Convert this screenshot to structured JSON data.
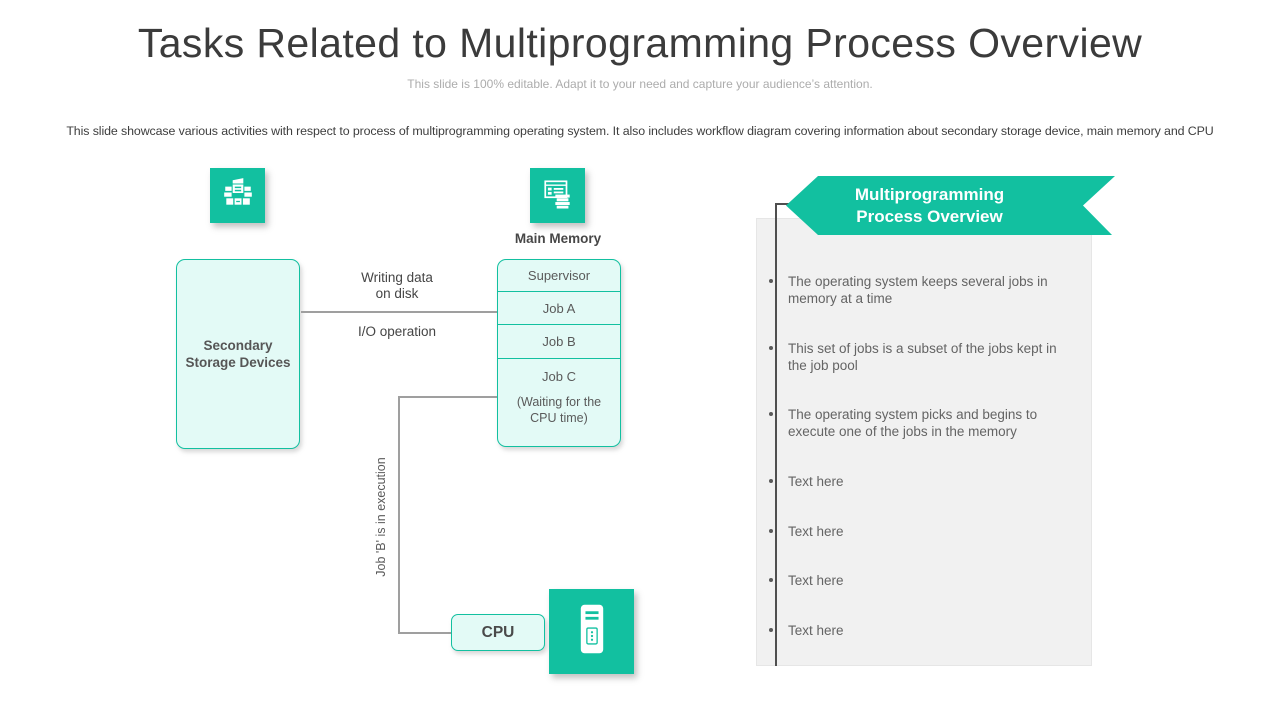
{
  "slide": {
    "title": "Tasks Related to Multiprogramming Process Overview",
    "subtitle": "This slide is 100% editable. Adapt it to your need and capture your audience’s attention.",
    "description": "This slide showcase various activities with respect to process of multiprogramming operating system. It also includes workflow diagram covering information about secondary storage device, main memory and CPU"
  },
  "colors": {
    "teal": "#12C0A0",
    "mint": "#E3FAF6",
    "panel_gray": "#F1F1F1",
    "text_gray": "#595959"
  },
  "diagram": {
    "storage": {
      "label": "Secondary Storage Devices",
      "icon": "server-cluster-icon"
    },
    "memory": {
      "heading": "Main Memory",
      "icon": "memory-window-icon",
      "sections": [
        "Supervisor",
        "Job A",
        "Job B",
        "Job C"
      ],
      "note": "(Waiting for the\nCPU time)"
    },
    "cpu": {
      "label": "CPU",
      "icon": "computer-tower-icon"
    },
    "edges": {
      "write_label": "Writing data\non disk",
      "io_label": "I/O operation",
      "exec_label": "Job 'B' is in execution"
    }
  },
  "panel": {
    "banner": "Multiprogramming\nProcess Overview",
    "items": [
      {
        "text": "The operating system keeps several jobs in memory at a time"
      },
      {
        "text": "This set of jobs is a subset of the jobs kept in the job pool"
      },
      {
        "text": "The operating system picks and begins to execute one of the jobs in the memory"
      },
      {
        "text": "Text here"
      },
      {
        "text": "Text here"
      },
      {
        "text": "Text here"
      },
      {
        "text": "Text here"
      }
    ]
  }
}
